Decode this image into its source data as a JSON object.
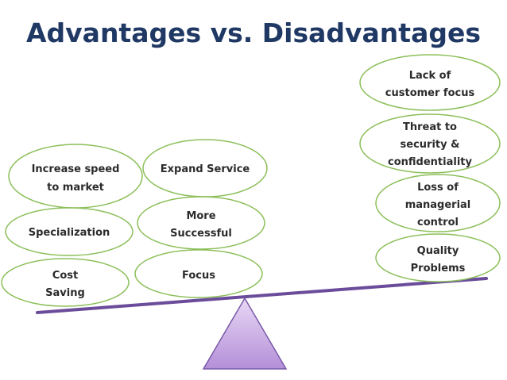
{
  "title": "Advantages vs. Disadvantages",
  "advantages": [
    {
      "lines": [
        "Increase speed",
        "to market"
      ]
    },
    {
      "lines": [
        "Expand Service"
      ]
    },
    {
      "lines": [
        "Specialization"
      ]
    },
    {
      "lines": [
        "More",
        "Successful"
      ]
    },
    {
      "lines": [
        "Cost",
        "Saving"
      ]
    },
    {
      "lines": [
        "Focus"
      ]
    }
  ],
  "disadvantages": [
    {
      "lines": [
        "Lack of",
        "customer focus"
      ]
    },
    {
      "lines": [
        "Threat to",
        "security &",
        "confidentiality"
      ]
    },
    {
      "lines": [
        "Loss of",
        "managerial",
        "control"
      ]
    },
    {
      "lines": [
        "Quality",
        "Problems"
      ]
    }
  ],
  "colors": {
    "title": "#1f3864",
    "oval_stroke": "#8cbf5a",
    "beam": "#6b4c9a",
    "fulcrum_top": "#e8d8f5",
    "fulcrum_bottom": "#b48fd8",
    "fulcrum_stroke": "#7a5aa8"
  }
}
